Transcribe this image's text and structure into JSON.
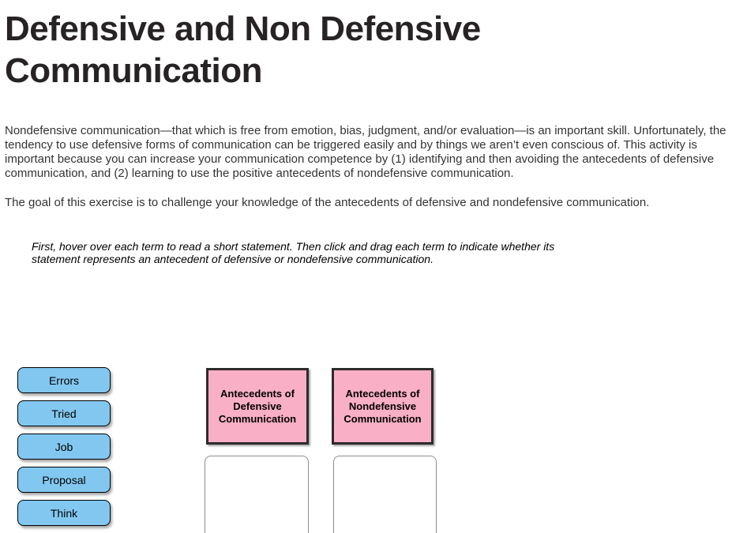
{
  "page": {
    "title": "Defensive and Non Defensive Communication",
    "intro": "Nondefensive communication—that which is free from emotion, bias, judgment, and/or evaluation—is an important skill. Unfortunately, the tendency to use defensive forms of communication can be triggered easily and by things we aren’t even conscious of. This activity is important because you can increase your communication competence by (1) identifying and then avoiding the antecedents of defensive communication, and (2) learning to use the positive antecedents of nondefensive communication.",
    "goal": "The goal of this exercise is to challenge your knowledge of the antecedents of defensive and nondefensive communication.",
    "instructions": "First, hover over each term to read a short statement. Then click and drag each term to indicate whether its statement represents an antecedent of defensive or nondefensive communication."
  },
  "terms": [
    {
      "label": "Errors"
    },
    {
      "label": "Tried"
    },
    {
      "label": "Job"
    },
    {
      "label": "Proposal"
    },
    {
      "label": "Think"
    }
  ],
  "categories": [
    {
      "label": "Antecedents of Defensive Communication"
    },
    {
      "label": "Antecedents of Nondefensive Communication"
    }
  ],
  "colors": {
    "term_fill": "#82C7F0",
    "category_fill": "#F9AFC5",
    "heading_text": "#272324",
    "body_text": "#333333",
    "dropzone_border": "#8e8e8e"
  }
}
